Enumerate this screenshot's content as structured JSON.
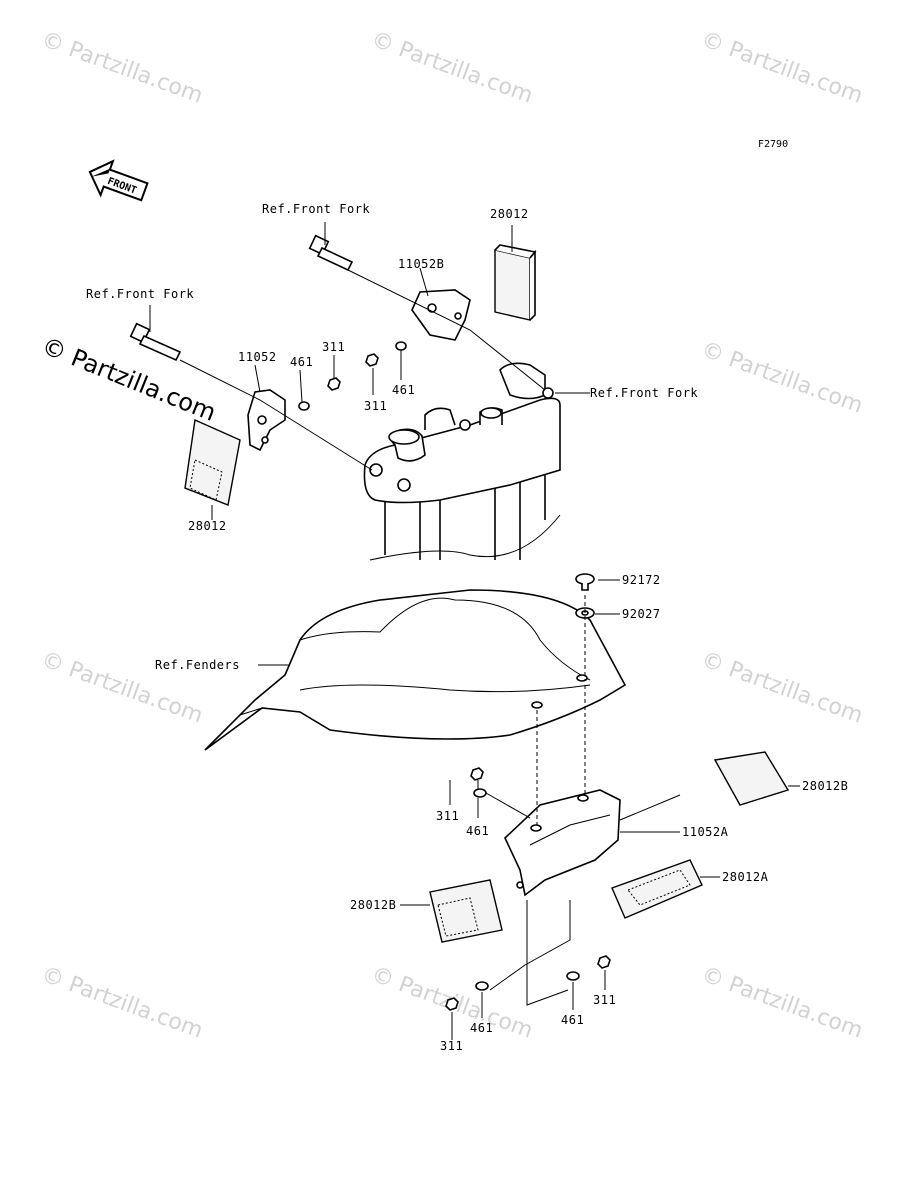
{
  "figure_id": "F2790",
  "front_arrow": {
    "label": "FRONT",
    "icon": "front-direction-arrow-icon"
  },
  "watermark": {
    "text": "© Partzilla.com"
  },
  "labels": {
    "ref_front_fork": "Ref.Front Fork",
    "ref_fenders": "Ref.Fenders",
    "p28012": "28012",
    "p11052B": "11052B",
    "p11052": "11052",
    "p461": "461",
    "p311": "311",
    "p92172": "92172",
    "p92027": "92027",
    "p28012B": "28012B",
    "p11052A": "11052A",
    "p28012A": "28012A"
  }
}
